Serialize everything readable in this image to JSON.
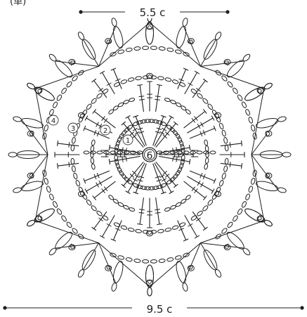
{
  "header_fragment": "(単)",
  "dimensions": {
    "top": {
      "label": "5.5 c"
    },
    "bottom": {
      "label": "9.5 c"
    }
  },
  "center_label": "6",
  "round_labels": [
    "1",
    "2",
    "3",
    "4"
  ],
  "symmetry": {
    "points": 6,
    "motif": "fan"
  }
}
